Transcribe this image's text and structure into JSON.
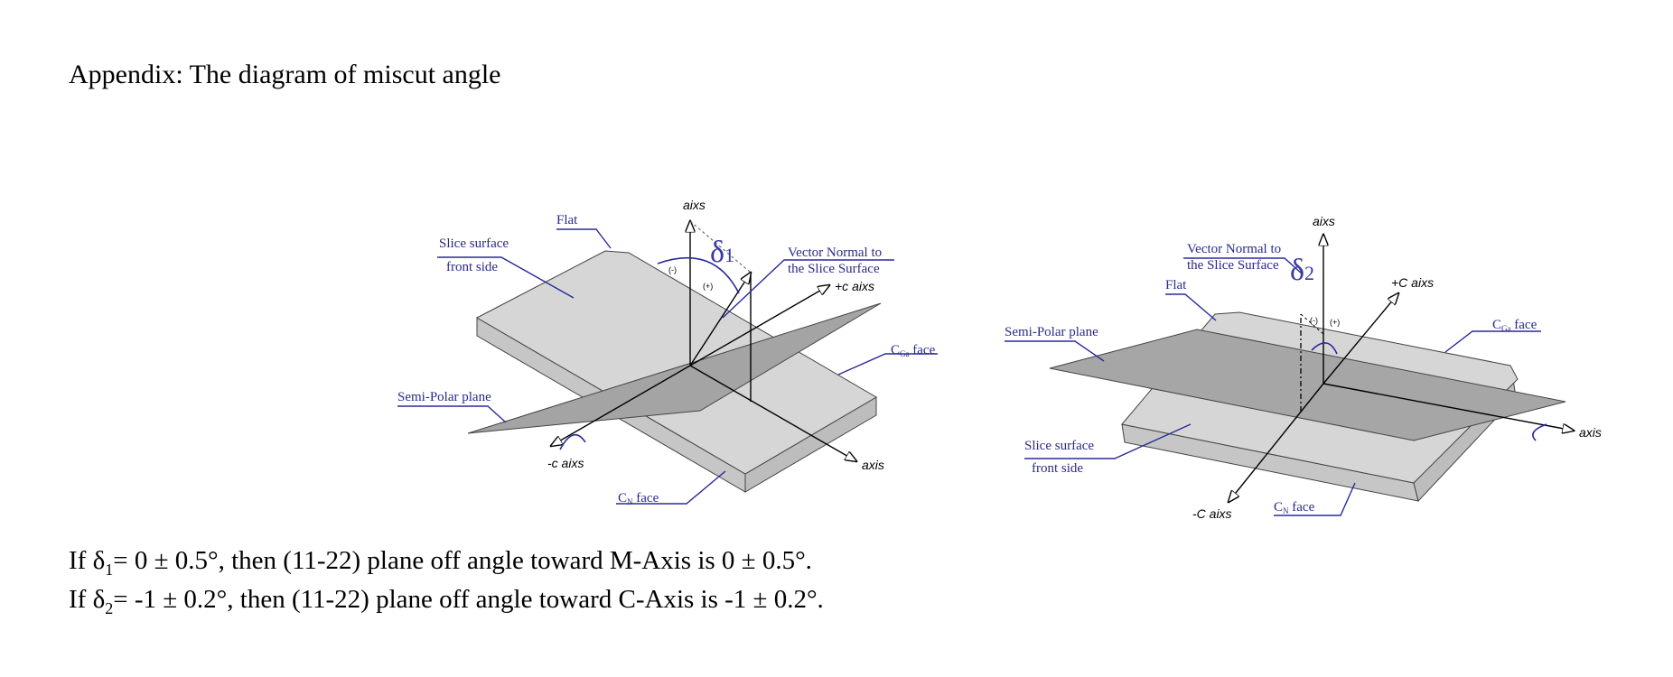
{
  "title": "Appendix: The diagram of miscut angle",
  "conditions": {
    "line1": {
      "pre": "If δ",
      "sub": "1",
      "post": "= 0 ± 0.5°, then (11-22) plane off angle toward M-Axis is 0 ± 0.5°."
    },
    "line2": {
      "pre": "If δ",
      "sub": "2",
      "post": "= -1 ± 0.2°, then (11-22) plane off angle toward C-Axis is -1 ± 0.2°."
    }
  },
  "figure1": {
    "axis_top": "aixs",
    "flat": "Flat",
    "slice_surface": "Slice surface",
    "front_side": "front side",
    "delta_symbol": "δ",
    "delta_sub": "1",
    "vector_normal_1": "Vector Normal to",
    "vector_normal_2": "the Slice Surface",
    "plus_c": "+c aixs",
    "minus_c": "-c aixs",
    "axis_right": "axis",
    "cga_face": "C",
    "cga_sub": "Ga",
    "face": " face",
    "cn_face": "C",
    "cn_sub": "N",
    "semi_polar": "Semi-Polar plane",
    "minus_sign": "(-)",
    "plus_sign": "(+)"
  },
  "figure2": {
    "axis_top": "aixs",
    "vector_normal_1": "Vector Normal to",
    "vector_normal_2": "the Slice Surface",
    "delta_symbol": "δ",
    "delta_sub": "2",
    "flat": "Flat",
    "plus_c": "+C aixs",
    "cga_face": "C",
    "cga_sub": "Ga",
    "face": " face",
    "semi_polar": "Semi-Polar plane",
    "axis_right": "axis",
    "slice_surface": "Slice surface",
    "front_side": "front side",
    "minus_c": "-C aixs",
    "cn_face": "C",
    "cn_sub": "N",
    "minus_sign": "(-)",
    "plus_sign": "(+)"
  },
  "colors": {
    "label_blue": "#2a2a8a",
    "face_light": "#d3d3d3",
    "face_side": "#c2c2c2",
    "plane_dark": "#a6a6a6"
  }
}
